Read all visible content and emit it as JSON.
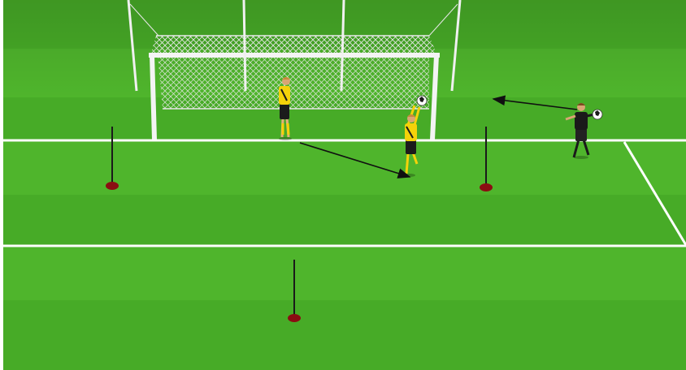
{
  "scene": {
    "type": "goalkeeper-training-drill",
    "colors": {
      "grass_light": "#4fb52c",
      "grass_dark": "#3f9e22",
      "line": "#ffffff",
      "goal_frame": "#f4f4f4",
      "net": "#e8e8e8",
      "pole_base": "#8b0d12",
      "keeper_kit": "#f5d20a",
      "keeper_shorts": "#1b1b1b",
      "server_kit": "#1a1a1a",
      "arrow": "#101010"
    },
    "elements": {
      "goal": "goal-net",
      "poles": [
        "pole-left",
        "pole-right",
        "pole-front"
      ],
      "players": [
        "goalkeeper-standing",
        "goalkeeper-catching",
        "server-player"
      ],
      "balls": [
        "ball-caught",
        "ball-served"
      ],
      "arrows": [
        "arrow-keeper-run",
        "arrow-ball-serve"
      ]
    }
  }
}
